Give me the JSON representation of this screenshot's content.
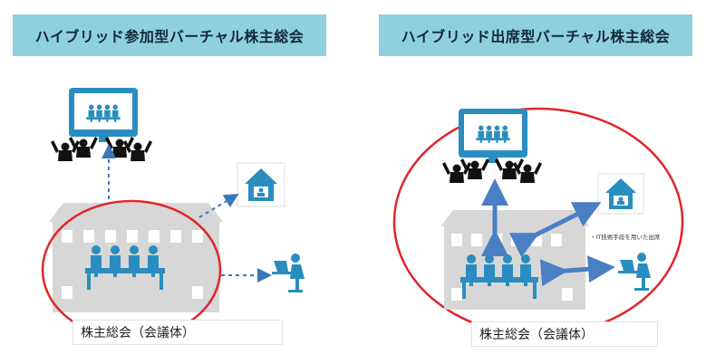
{
  "panels": [
    {
      "title": "ハイブリッド参加型バーチャル株主総会",
      "caption": "株主総会（会議体）"
    },
    {
      "title": "ハイブリッド出席型バーチャル株主総会",
      "caption": "株主総会（会議体）",
      "note": "・IT技術手段を用いた出席"
    }
  ],
  "colors": {
    "title_bg": "#8fd0df",
    "icon_blue": "#2a8dc0",
    "building_gray": "#d7d7d7",
    "circle_red": "#e0262a",
    "arrow_blue": "#4a7fc4",
    "dashed_arrow": "#3a78b8"
  },
  "icons": [
    "monitor-icon",
    "audience-icon",
    "home-icon",
    "building-icon",
    "meeting-table-icon",
    "laptop-user-icon"
  ]
}
